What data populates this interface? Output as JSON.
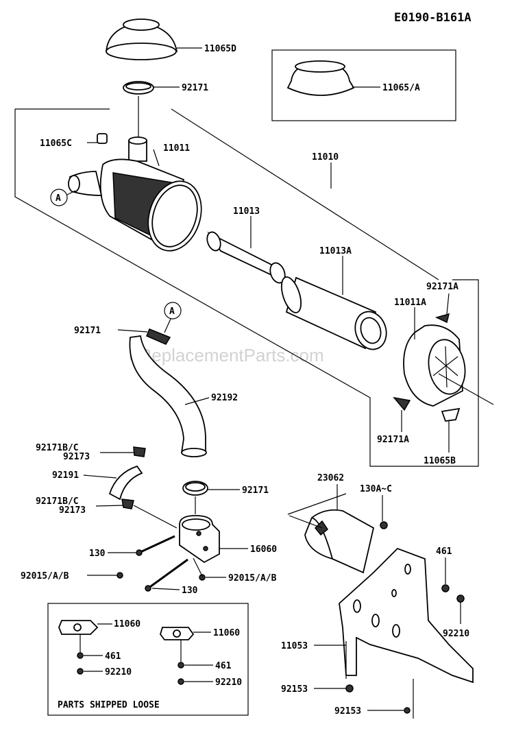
{
  "diagram_id": "E0190-B161A",
  "watermark": "eReplacementParts.com",
  "callouts": {
    "c11065D": "11065D",
    "c92171_top": "92171",
    "c11065A": "11065/A",
    "c11065C": "11065C",
    "c11011": "11011",
    "c11010": "11010",
    "c11013": "11013",
    "c11013A": "11013A",
    "c92171A_top": "92171A",
    "c11011A": "11011A",
    "c92171A_bot": "92171A",
    "c11065B": "11065B",
    "c92171_hose": "92171",
    "c92192": "92192",
    "c92171BC_1": "92171B/C",
    "c92173_1": "92173",
    "c92191": "92191",
    "c92171BC_2": "92171B/C",
    "c92173_2": "92173",
    "c92171_clamp": "92171",
    "c130_left": "130",
    "c16060": "16060",
    "c92015_left": "92015/A/B",
    "c92015_right": "92015/A/B",
    "c130_bottom": "130",
    "c23062": "23062",
    "c130AC": "130A~C",
    "c461_right": "461",
    "c92210_right": "92210",
    "c11053": "11053",
    "c92153_1": "92153",
    "c92153_2": "92153",
    "c11060_a": "11060",
    "c461_a": "461",
    "c92210_a": "92210",
    "c11060_b": "11060",
    "c461_b": "461",
    "c92210_b": "92210",
    "ref_A_1": "A",
    "ref_A_2": "A"
  },
  "loose_parts_box": {
    "caption": "PARTS SHIPPED LOOSE"
  }
}
